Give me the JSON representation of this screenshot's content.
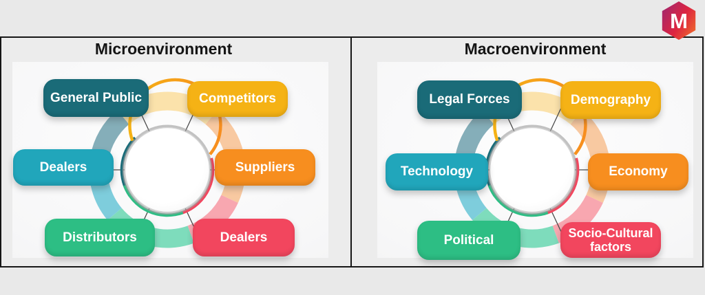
{
  "header": {
    "logo_letter": "M"
  },
  "palette": {
    "dark_teal": "#1a6b78",
    "cyan": "#21a6bb",
    "yellow": "#f5b215",
    "orange": "#f78e1f",
    "green": "#2dbe84",
    "red": "#f2465e",
    "pastel_yellow": "#fbe2ab",
    "pastel_peach": "#f8c9a1",
    "pastel_pink": "#f8a7b0",
    "pastel_mint": "#7edcbc",
    "pastel_cyan": "#7ecddc",
    "pastel_dark_teal": "#85aeb9",
    "connector_gray": "#4a4a4a",
    "bezel_gray": "#9b9b9b",
    "logo_gradient_start": "#a3266d",
    "logo_gradient_mid": "#dd2540",
    "logo_gradient_end": "#ee682c"
  },
  "panels": [
    {
      "title": "Microenvironment",
      "items": [
        {
          "label": "General Public"
        },
        {
          "label": "Competitors"
        },
        {
          "label": "Dealers"
        },
        {
          "label": "Suppliers"
        },
        {
          "label": "Distributors"
        },
        {
          "label": "Dealers"
        }
      ]
    },
    {
      "title": "Macroenvironment",
      "items": [
        {
          "label": "Legal Forces"
        },
        {
          "label": "Demography"
        },
        {
          "label": "Technology"
        },
        {
          "label": "Economy"
        },
        {
          "label": "Political"
        },
        {
          "label": "Socio-Cultural factors"
        }
      ]
    }
  ]
}
